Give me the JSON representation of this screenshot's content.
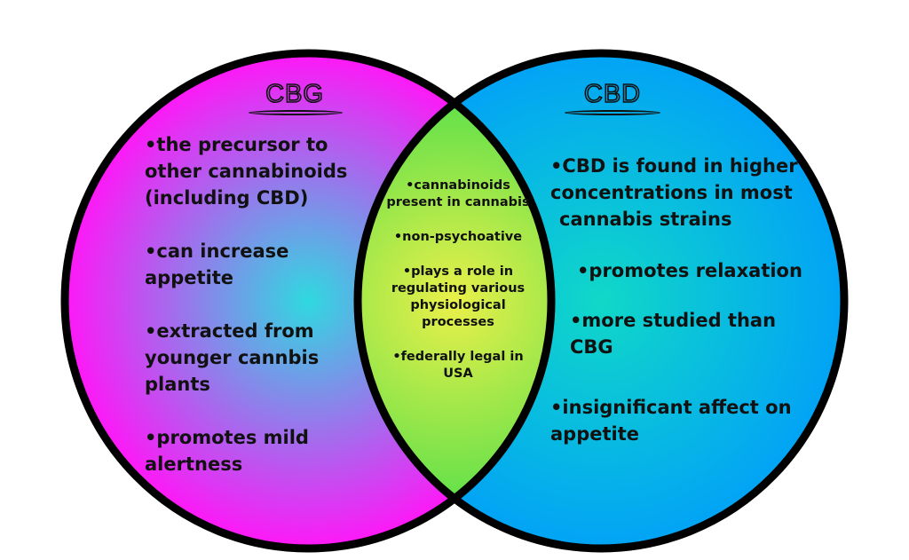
{
  "diagram": {
    "type": "venn",
    "colors": {
      "left_edge": "#ff17f7",
      "left_center": "#2fd9e0",
      "middle_edge": "#5fe04a",
      "middle_center": "#eaf04a",
      "right_edge": "#02a3f5",
      "right_center": "#10d8c8",
      "outline": "#000000"
    },
    "left": {
      "title": "CBG",
      "items": [
        {
          "text": "•the precursor to other cannabinoids (including CBD)",
          "lines": [
            "•the precursor to",
            "other cannabinoids",
            "(including CBD)"
          ]
        },
        {
          "text": "•can increase appetite",
          "lines": [
            "•can increase",
            "appetite"
          ]
        },
        {
          "text": "•extracted from younger cannbis plants",
          "lines": [
            "•extracted from",
            "younger cannbis",
            "plants"
          ]
        },
        {
          "text": "•promotes mild alertness",
          "lines": [
            "•promotes mild",
            "alertness"
          ]
        }
      ]
    },
    "right": {
      "title": "CBD",
      "items": [
        {
          "text": "•CBD is found in higher concentrations in most cannabis strains",
          "lines": [
            "•CBD is found in higher",
            "concentrations in most",
            "cannabis strains"
          ]
        },
        {
          "text": "•promotes relaxation",
          "lines": [
            "•promotes relaxation"
          ]
        },
        {
          "text": "•more studied than CBG",
          "lines": [
            "•more studied than",
            "CBG"
          ]
        },
        {
          "text": "•insignificant affect on appetite",
          "lines": [
            "•insignificant affect on",
            "appetite"
          ]
        }
      ]
    },
    "overlap": {
      "items": [
        {
          "text": "•cannabinoids present in cannabis",
          "lines": [
            "•cannabinoids",
            "present in cannabis"
          ]
        },
        {
          "text": "•non-psychoative",
          "lines": [
            "•non-psychoative"
          ]
        },
        {
          "text": "•plays a role in regulating various physiological processes",
          "lines": [
            "•plays a role in",
            "regulating various",
            "physiological",
            "processes"
          ]
        },
        {
          "text": "•federally legal in USA",
          "lines": [
            "•federally legal in",
            "USA"
          ]
        }
      ]
    }
  }
}
